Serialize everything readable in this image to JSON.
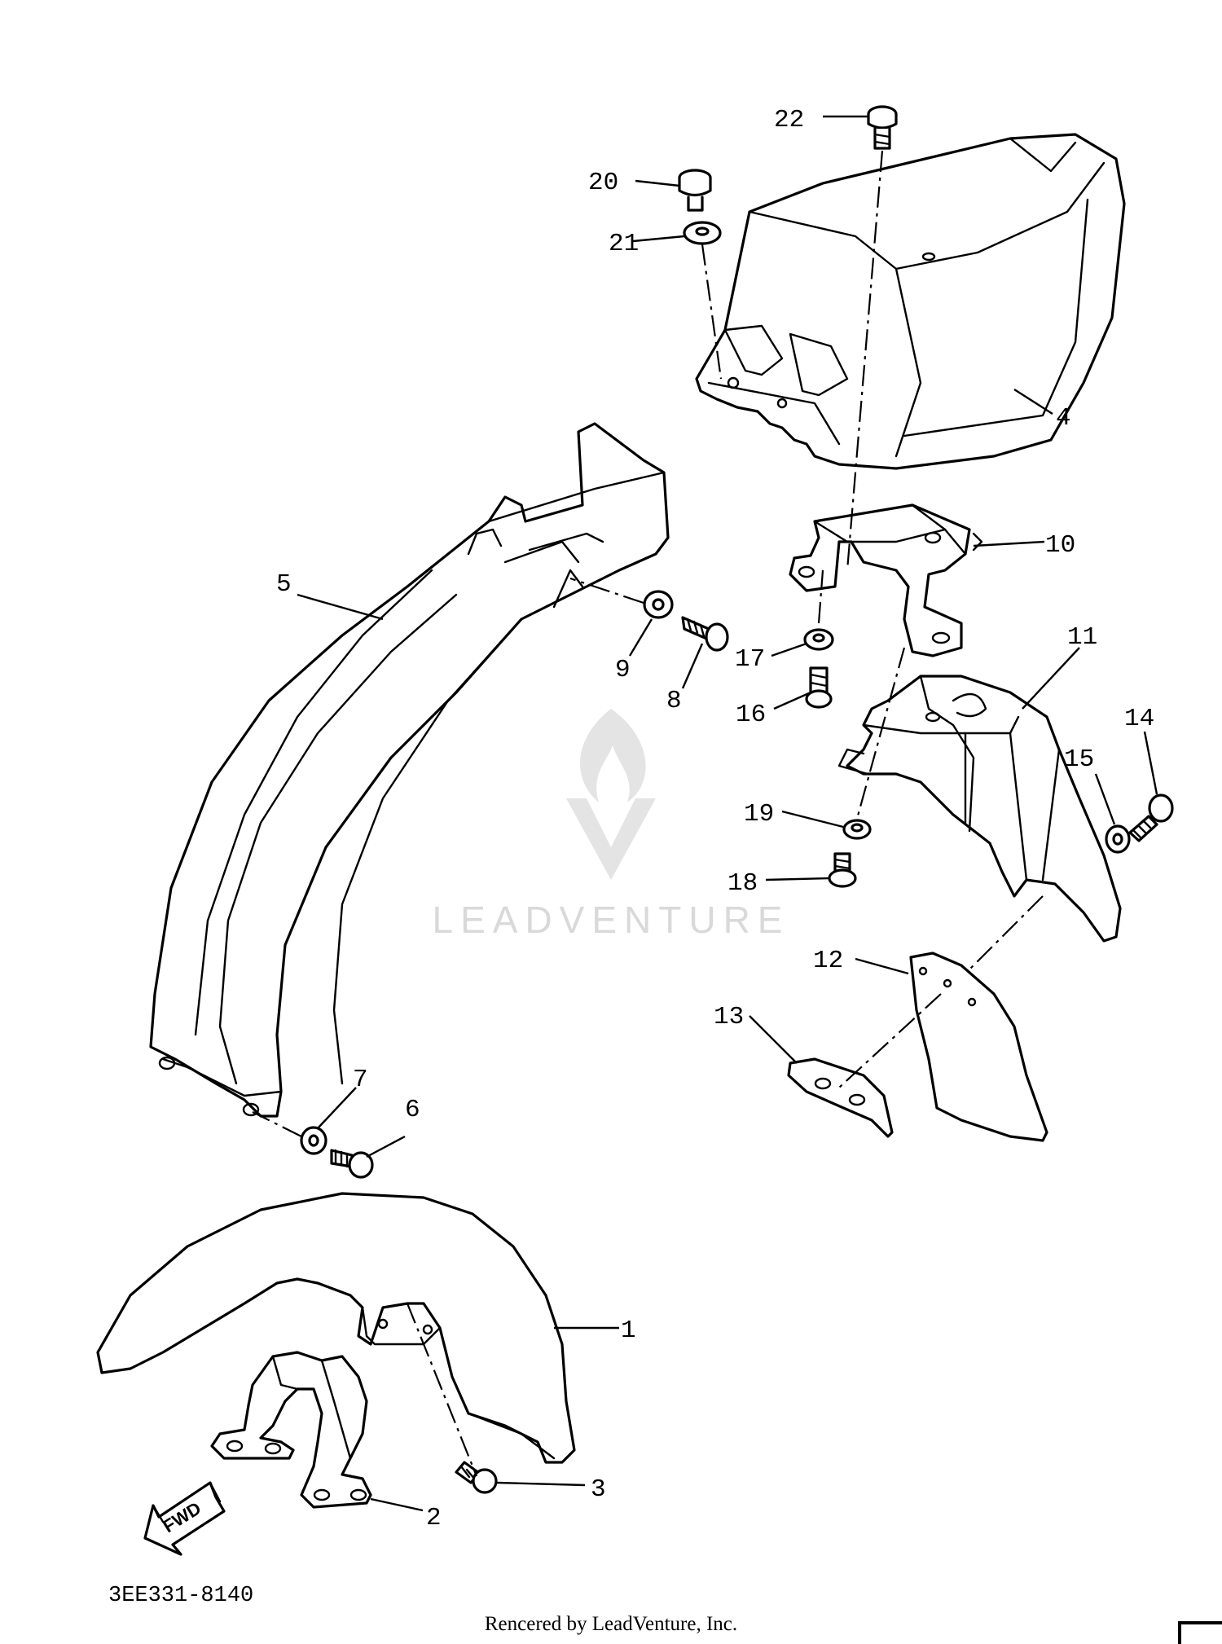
{
  "diagram_code": "3EE331-8140",
  "credit": "Rencered by LeadVenture, Inc.",
  "watermark": "LEADVENTURE",
  "direction_arrow": "FWD",
  "callouts": [
    "1",
    "2",
    "3",
    "4",
    "5",
    "6",
    "7",
    "8",
    "9",
    "10",
    "11",
    "12",
    "13",
    "14",
    "15",
    "16",
    "17",
    "18",
    "19",
    "20",
    "21",
    "22"
  ],
  "colors": {
    "line": "#000000",
    "background": "#ffffff",
    "watermark": "#d9d9d9"
  }
}
